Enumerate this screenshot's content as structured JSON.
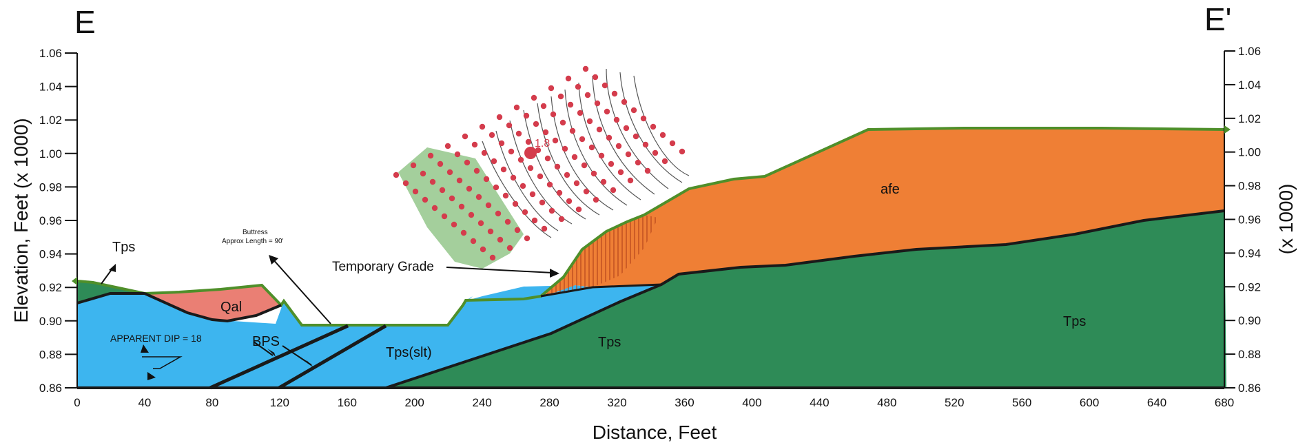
{
  "section": {
    "left_label": "E",
    "right_label": "E'"
  },
  "axes": {
    "x_title": "Distance, Feet",
    "y_title": "Elevation, Feet (x 1000)",
    "y2_title": "(x 1000)",
    "x_ticks": [
      "0",
      "40",
      "80",
      "120",
      "160",
      "200",
      "240",
      "280",
      "320",
      "360",
      "400",
      "440",
      "480",
      "520",
      "560",
      "600",
      "640",
      "680"
    ],
    "y_ticks": [
      "0.86",
      "0.88",
      "0.90",
      "0.92",
      "0.94",
      "0.96",
      "0.98",
      "1.00",
      "1.02",
      "1.04",
      "1.06"
    ],
    "xlim": [
      0,
      680
    ],
    "ylim": [
      0.86,
      1.06
    ]
  },
  "units": {
    "tps_upper_left": "Tps",
    "qal": "Qal",
    "bps": "BPS",
    "tps_slt": "Tps(slt)",
    "tps_middle": "Tps",
    "tps_right": "Tps",
    "afe": "afe"
  },
  "annotations": {
    "apparent_dip": "APPARENT DIP = 18",
    "buttress_line1": "Buttress",
    "buttress_line2": "Approx Length = 90'",
    "temporary_grade": "Temporary Grade",
    "factor_of_safety": "1.8"
  },
  "colors": {
    "tps_green": "#2e8b57",
    "bps_blue": "#3db5ef",
    "afe_orange": "#ef7f35",
    "qal_pink": "#ea7f74",
    "grid_point_red": "#d43c4c"
  }
}
